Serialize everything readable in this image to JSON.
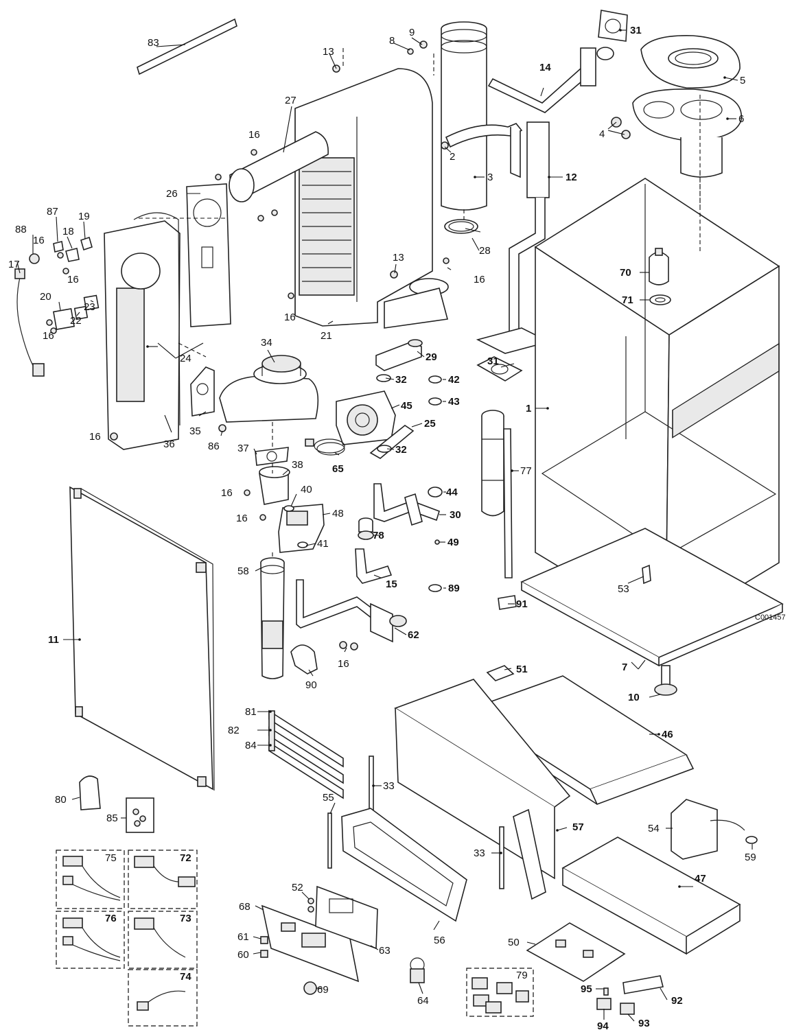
{
  "drawing_code": "C001457",
  "labels": [
    {
      "id": "1",
      "text": "1",
      "bold": true
    },
    {
      "id": "2",
      "text": "2",
      "bold": false
    },
    {
      "id": "3",
      "text": "3",
      "bold": false
    },
    {
      "id": "4",
      "text": "4",
      "bold": false
    },
    {
      "id": "5",
      "text": "5",
      "bold": false
    },
    {
      "id": "6",
      "text": "6",
      "bold": false
    },
    {
      "id": "7",
      "text": "7",
      "bold": true
    },
    {
      "id": "8",
      "text": "8",
      "bold": false
    },
    {
      "id": "9",
      "text": "9",
      "bold": false
    },
    {
      "id": "10",
      "text": "10",
      "bold": true
    },
    {
      "id": "11",
      "text": "11",
      "bold": true
    },
    {
      "id": "12",
      "text": "12",
      "bold": true
    },
    {
      "id": "13a",
      "text": "13",
      "bold": false
    },
    {
      "id": "13b",
      "text": "13",
      "bold": false
    },
    {
      "id": "14",
      "text": "14",
      "bold": true
    },
    {
      "id": "15",
      "text": "15",
      "bold": true
    },
    {
      "id": "16a",
      "text": "16",
      "bold": false
    },
    {
      "id": "16b",
      "text": "16",
      "bold": false
    },
    {
      "id": "16c",
      "text": "16",
      "bold": false
    },
    {
      "id": "16d",
      "text": "16",
      "bold": false
    },
    {
      "id": "16e",
      "text": "16",
      "bold": false
    },
    {
      "id": "16f",
      "text": "16",
      "bold": false
    },
    {
      "id": "16g",
      "text": "16",
      "bold": false
    },
    {
      "id": "16h",
      "text": "16",
      "bold": false
    },
    {
      "id": "16i",
      "text": "16",
      "bold": false
    },
    {
      "id": "16j",
      "text": "16",
      "bold": false
    },
    {
      "id": "17",
      "text": "17",
      "bold": false
    },
    {
      "id": "18",
      "text": "18",
      "bold": false
    },
    {
      "id": "19",
      "text": "19",
      "bold": false
    },
    {
      "id": "20",
      "text": "20",
      "bold": false
    },
    {
      "id": "21",
      "text": "21",
      "bold": false
    },
    {
      "id": "22",
      "text": "22",
      "bold": false
    },
    {
      "id": "23",
      "text": "23",
      "bold": false
    },
    {
      "id": "24",
      "text": "24",
      "bold": false
    },
    {
      "id": "25",
      "text": "25",
      "bold": true
    },
    {
      "id": "26",
      "text": "26",
      "bold": false
    },
    {
      "id": "27",
      "text": "27",
      "bold": false
    },
    {
      "id": "28",
      "text": "28",
      "bold": false
    },
    {
      "id": "29",
      "text": "29",
      "bold": true
    },
    {
      "id": "30",
      "text": "30",
      "bold": true
    },
    {
      "id": "31a",
      "text": "31",
      "bold": true
    },
    {
      "id": "31b",
      "text": "31",
      "bold": true
    },
    {
      "id": "32a",
      "text": "32",
      "bold": true
    },
    {
      "id": "32b",
      "text": "32",
      "bold": true
    },
    {
      "id": "33a",
      "text": "33",
      "bold": false
    },
    {
      "id": "33b",
      "text": "33",
      "bold": false
    },
    {
      "id": "34",
      "text": "34",
      "bold": false
    },
    {
      "id": "35",
      "text": "35",
      "bold": false
    },
    {
      "id": "36",
      "text": "36",
      "bold": false
    },
    {
      "id": "37",
      "text": "37",
      "bold": false
    },
    {
      "id": "38",
      "text": "38",
      "bold": false
    },
    {
      "id": "40",
      "text": "40",
      "bold": false
    },
    {
      "id": "41",
      "text": "41",
      "bold": false
    },
    {
      "id": "42",
      "text": "42",
      "bold": true
    },
    {
      "id": "43",
      "text": "43",
      "bold": true
    },
    {
      "id": "44",
      "text": "44",
      "bold": true
    },
    {
      "id": "45",
      "text": "45",
      "bold": true
    },
    {
      "id": "46",
      "text": "46",
      "bold": true
    },
    {
      "id": "47",
      "text": "47",
      "bold": true
    },
    {
      "id": "48",
      "text": "48",
      "bold": false
    },
    {
      "id": "49",
      "text": "49",
      "bold": true
    },
    {
      "id": "50",
      "text": "50",
      "bold": false
    },
    {
      "id": "51",
      "text": "51",
      "bold": true
    },
    {
      "id": "52",
      "text": "52",
      "bold": false
    },
    {
      "id": "53",
      "text": "53",
      "bold": false
    },
    {
      "id": "54",
      "text": "54",
      "bold": false
    },
    {
      "id": "55",
      "text": "55",
      "bold": false
    },
    {
      "id": "56",
      "text": "56",
      "bold": false
    },
    {
      "id": "57",
      "text": "57",
      "bold": true
    },
    {
      "id": "58",
      "text": "58",
      "bold": false
    },
    {
      "id": "59",
      "text": "59",
      "bold": false
    },
    {
      "id": "60",
      "text": "60",
      "bold": false
    },
    {
      "id": "61",
      "text": "61",
      "bold": false
    },
    {
      "id": "62",
      "text": "62",
      "bold": true
    },
    {
      "id": "63",
      "text": "63",
      "bold": false
    },
    {
      "id": "64",
      "text": "64",
      "bold": false
    },
    {
      "id": "65",
      "text": "65",
      "bold": true
    },
    {
      "id": "68",
      "text": "68",
      "bold": false
    },
    {
      "id": "69",
      "text": "69",
      "bold": false
    },
    {
      "id": "70",
      "text": "70",
      "bold": true
    },
    {
      "id": "71",
      "text": "71",
      "bold": true
    },
    {
      "id": "72",
      "text": "72",
      "bold": true
    },
    {
      "id": "73",
      "text": "73",
      "bold": true
    },
    {
      "id": "74",
      "text": "74",
      "bold": true
    },
    {
      "id": "75",
      "text": "75",
      "bold": false
    },
    {
      "id": "76",
      "text": "76",
      "bold": true
    },
    {
      "id": "77",
      "text": "77",
      "bold": false
    },
    {
      "id": "78",
      "text": "78",
      "bold": true
    },
    {
      "id": "79",
      "text": "79",
      "bold": false
    },
    {
      "id": "80",
      "text": "80",
      "bold": false
    },
    {
      "id": "81",
      "text": "81",
      "bold": false
    },
    {
      "id": "82",
      "text": "82",
      "bold": false
    },
    {
      "id": "83",
      "text": "83",
      "bold": false
    },
    {
      "id": "84",
      "text": "84",
      "bold": false
    },
    {
      "id": "85",
      "text": "85",
      "bold": false
    },
    {
      "id": "86",
      "text": "86",
      "bold": false
    },
    {
      "id": "87",
      "text": "87",
      "bold": false
    },
    {
      "id": "88",
      "text": "88",
      "bold": false
    },
    {
      "id": "89",
      "text": "89",
      "bold": true
    },
    {
      "id": "90",
      "text": "90",
      "bold": false
    },
    {
      "id": "91",
      "text": "91",
      "bold": true
    },
    {
      "id": "92",
      "text": "92",
      "bold": true
    },
    {
      "id": "93",
      "text": "93",
      "bold": true
    },
    {
      "id": "94",
      "text": "94",
      "bold": true
    },
    {
      "id": "95",
      "text": "95",
      "bold": true
    }
  ]
}
